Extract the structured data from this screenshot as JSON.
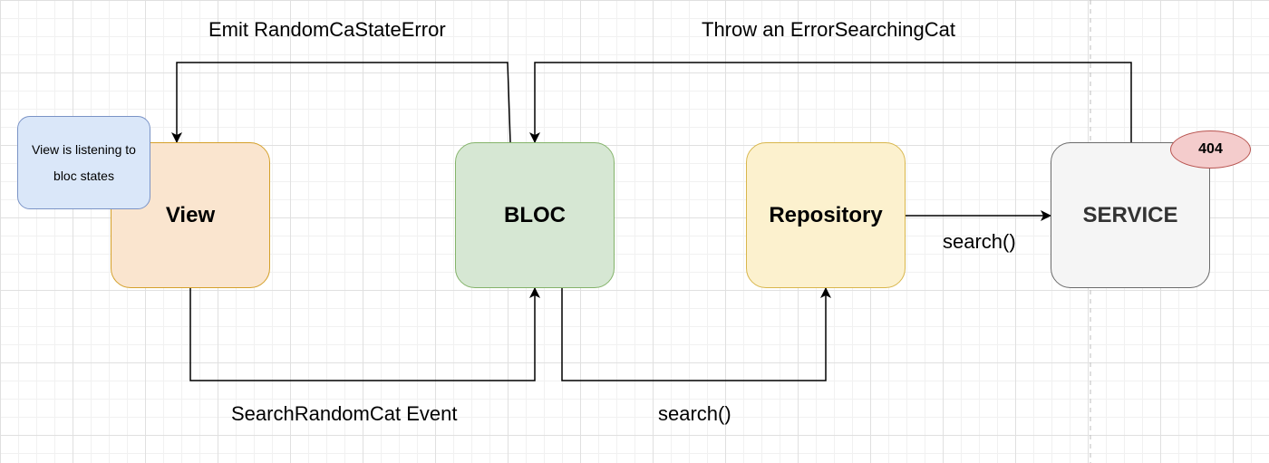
{
  "nodes": {
    "view": "View",
    "bloc": "BLOC",
    "repository": "Repository",
    "service": "SERVICE"
  },
  "note": {
    "view_note": "View is listening to bloc states"
  },
  "badge": {
    "service_error": "404"
  },
  "edges": {
    "bloc_to_view": "Emit RandomCaStateError",
    "service_to_bloc": "Throw an ErrorSearchingCat",
    "repository_to_service": "search()",
    "view_to_bloc": "SearchRandomCat Event",
    "bloc_to_repository": "search()"
  },
  "colors": {
    "view_fill": "#fae5cf",
    "bloc_fill": "#d6e7d3",
    "repository_fill": "#fcf1ce",
    "service_fill": "#f5f5f5",
    "note_fill": "#dae7f9",
    "badge_fill": "#f4cccc"
  }
}
